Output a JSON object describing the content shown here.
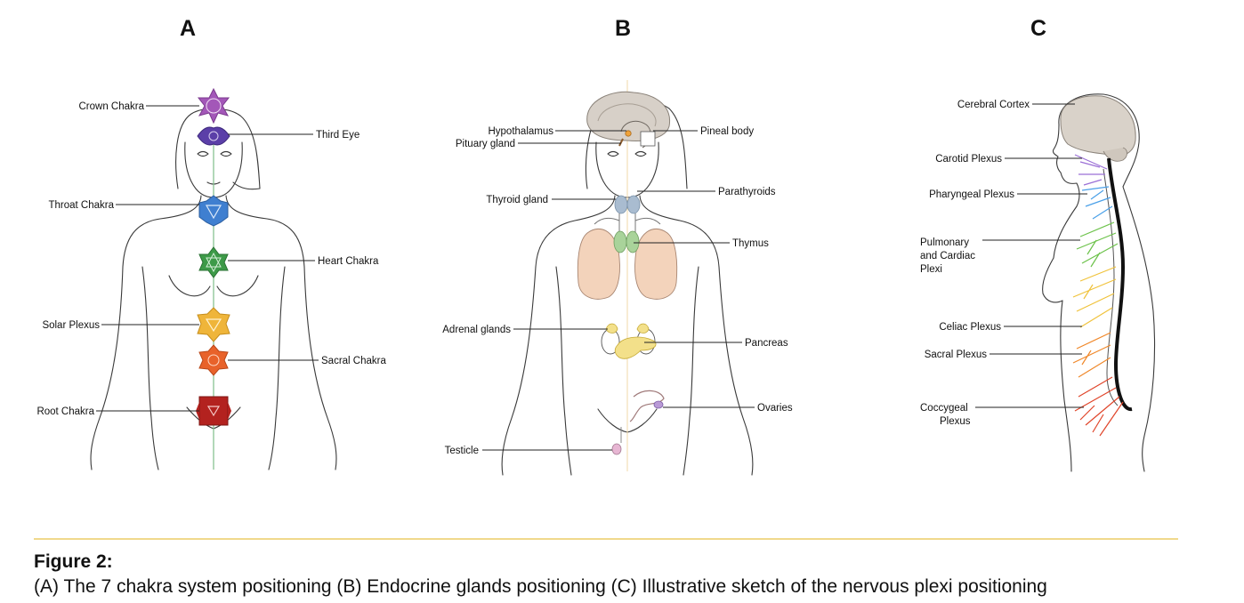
{
  "panels": {
    "a": {
      "letter": "A",
      "labels": {
        "crown": "Crown Chakra",
        "third_eye": "Third Eye",
        "throat": "Throat Chakra",
        "heart": "Heart Chakra",
        "solar": "Solar Plexus",
        "sacral": "Sacral Chakra",
        "root": "Root Chakra"
      },
      "colors": {
        "crown": "#a357b8",
        "third_eye": "#5b3fa8",
        "throat": "#3f7fd0",
        "heart": "#3d9a48",
        "solar": "#efb53a",
        "sacral": "#e8622a",
        "root": "#b3221f"
      }
    },
    "b": {
      "letter": "B",
      "labels": {
        "hypothalamus": "Hypothalamus",
        "pituary": "Pituary gland",
        "pineal": "Pineal body",
        "parathyroids": "Parathyroids",
        "thyroid": "Thyroid gland",
        "thymus": "Thymus",
        "adrenal": "Adrenal glands",
        "pancreas": "Pancreas",
        "ovaries": "Ovaries",
        "testicle": "Testicle"
      },
      "colors": {
        "lungs": "#f3d3bb",
        "thyroid": "#a9bcd0",
        "thymus": "#a9d39a",
        "glands": "#f3e08a",
        "ovaries": "#b99ad6",
        "brain": "#d7d0c8"
      }
    },
    "c": {
      "letter": "C",
      "labels": {
        "cortex": "Cerebral Cortex",
        "carotid": "Carotid Plexus",
        "pharyngeal": "Pharyngeal Plexus",
        "pulmonary_1": "Pulmonary",
        "pulmonary_2": "and Cardiac",
        "pulmonary_3": "Plexi",
        "celiac": "Celiac Plexus",
        "sacral": "Sacral Plexus",
        "coccygeal_1": "Coccygeal",
        "coccygeal_2": "Plexus"
      },
      "colors": {
        "brain": "#d9d2c9",
        "violet": "#9b6fd6",
        "blue": "#4aa0e8",
        "green": "#6cc24a",
        "yellow": "#f0c23a",
        "orange": "#f0882a",
        "red": "#e0452a"
      }
    }
  },
  "figure": {
    "label": "Figure 2:",
    "caption": "(A) The 7 chakra system positioning (B) Endocrine glands positioning (C) Illustrative sketch of the nervous plexi positioning"
  }
}
